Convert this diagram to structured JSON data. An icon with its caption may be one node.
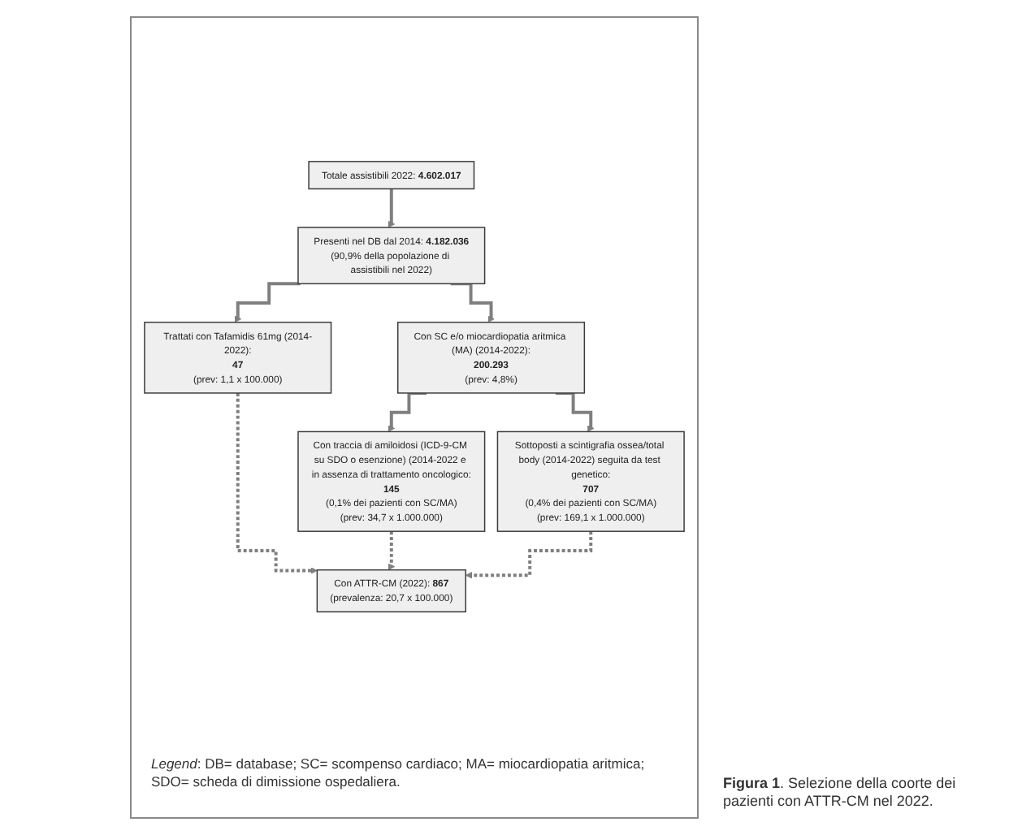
{
  "diagram": {
    "caption": "**Figura 1**. Selezione della coorte dei pazienti con ATTR-CM nel 2022.",
    "nodes": [
      {
        "text": [
          "Totale assistibili 2022: **4.602.017**"
        ]
      },
      {
        "text": [
          "Presenti nel DB dal 2014: **4.182.036**",
          "(90,9% della popolazione di assistibili nel 2022)"
        ]
      },
      {
        "text": [
          "Trattati con Tafamidis 61mg (2014-2022):",
          "47",
          "(prev: 1,1 x 100.000)"
        ]
      },
      {
        "text": [
          "Con SC e/o miocardiopatia aritmica (MA) (2014-2022):",
          "200.293",
          "(prev: 4,8%)"
        ]
      },
      {
        "text": [
          "Con traccia di amiloidosi (ICD-9-CM su SDO o esenzione) (2014-2022 e in assenza di trattamento oncologico:",
          "145",
          "(0,1% dei pazienti con SC/MA)",
          "(prev: 34,7 x 1.000.000)"
        ]
      },
      {
        "text": [
          "Sottoposti a scintigrafia ossea/total body (2014-2022) seguita da test genetico:",
          "707",
          "(0,4% dei pazienti con SC/MA)",
          "(prev: 169,1 x 1.000.000)"
        ]
      },
      {
        "text": [
          "Con ATTR-CM (2022): **867**",
          "(prevalenza: 20,7 x 100.000)"
        ]
      }
    ],
    "edges": [
      {
        "from": 0,
        "to": 1,
        "arrow": "to"
      },
      {
        "from": 1,
        "to": 2,
        "arrow": "to"
      },
      {
        "from": 1,
        "to": 3,
        "arrow": "to"
      },
      {
        "from": 3,
        "to": 4,
        "arrow": "to"
      },
      {
        "from": 3,
        "to": 5,
        "arrow": "to"
      },
      {
        "from": 2,
        "to": 6,
        "arrow": "to",
        "style": "dashed"
      },
      {
        "from": 4,
        "to": 6,
        "arrow": "to",
        "style": "dashed"
      },
      {
        "from": 5,
        "to": 6,
        "arrow": "to",
        "style": "dashed"
      }
    ],
    "labels": [
      "*Legend*: DB= database; SC= scompenso cardiaco; MA= miocardiopatia aritmica; SDO= scheda di dimissione ospedaliera."
    ]
  }
}
